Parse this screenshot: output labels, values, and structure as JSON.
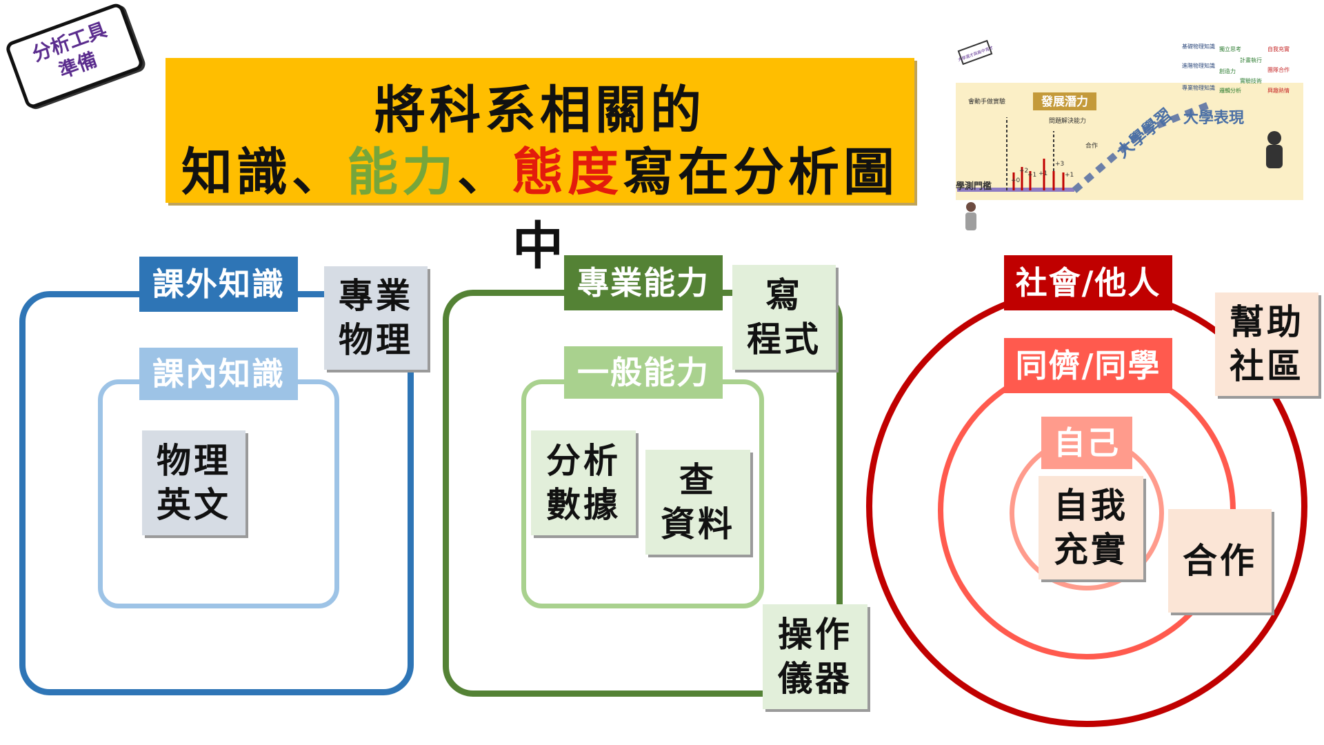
{
  "corner_tag": {
    "line1": "分析工具",
    "line2": "準備"
  },
  "title": {
    "line1": "將科系相關的",
    "knowledge": "知識",
    "sep1": "、",
    "ability": "能力",
    "sep2": "、",
    "attitude": "態度",
    "rest": "寫在分析圖中"
  },
  "thumbnail": {
    "potential_label": "發展潛力",
    "univ_study": "大學學習",
    "univ_perf": "大學表現",
    "gsat_threshold": "學測門檻",
    "hands_on": "會動手做實驗",
    "problem_solving": "問題解決能力",
    "cooperation": "合作",
    "increments": [
      "+0",
      "+2",
      "+1",
      "+1",
      "+3",
      "+1"
    ],
    "tag": "大學選才與高中育才",
    "grid": [
      [
        "基礎物理知識",
        "獨立思考",
        "自我充實"
      ],
      [
        "進階物理知識",
        "創造力",
        "計畫執行",
        "團隊合作"
      ],
      [
        "專業物理知識",
        "邏輯分析",
        "實驗技術",
        "興趣熱情"
      ]
    ]
  },
  "knowledge": {
    "outer_label": "課外知識",
    "inner_label": "課內知識",
    "note_outer": "專業\n物理",
    "note_inner": "物理\n英文"
  },
  "ability": {
    "outer_label": "專業能力",
    "inner_label": "一般能力",
    "note_program": "寫\n程式",
    "note_analyze": "分析\n數據",
    "note_search": "查\n資料",
    "note_instrument": "操作\n儀器"
  },
  "attitude": {
    "outer_label": "社會/他人",
    "middle_label": "同儕/同學",
    "inner_label": "自己",
    "note_help": "幫助\n社區",
    "note_coop": "合作",
    "note_self": "自我\n充實"
  },
  "colors": {
    "blue_dark": "#2e75b6",
    "blue_light": "#9dc3e6",
    "green_dark": "#548235",
    "green_light": "#a9d18e",
    "red_dark": "#c00000",
    "red_mid": "#ff5a4e",
    "red_light": "#ff9b8c",
    "title_bg": "#ffbe00"
  }
}
